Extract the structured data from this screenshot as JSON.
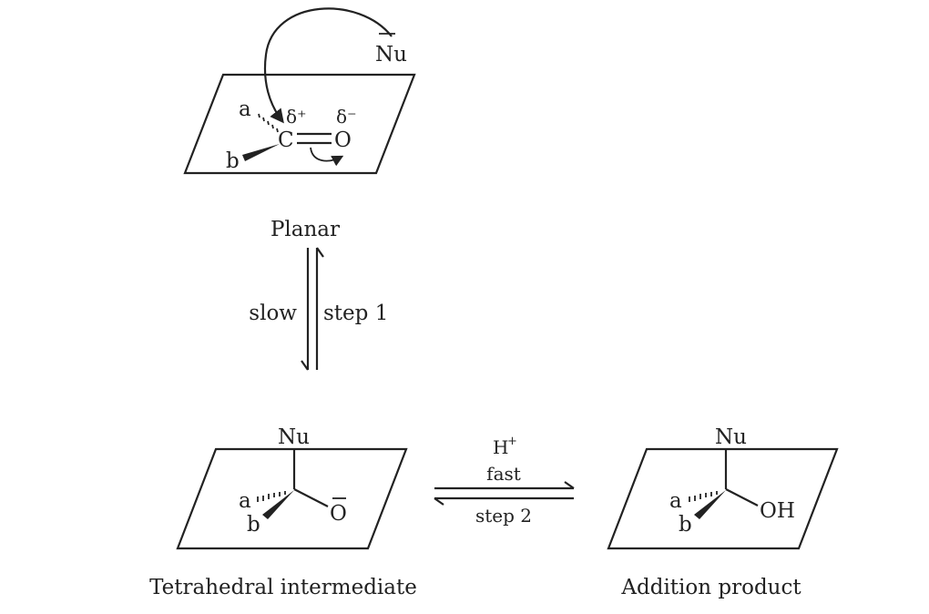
{
  "reactant": {
    "nucleophile": "Nu",
    "substituent_a": "a",
    "substituent_b": "b",
    "carbon": "C",
    "oxygen": "O",
    "delta_plus": "δ⁺",
    "delta_minus": "δ⁻",
    "caption": "Planar"
  },
  "step1": {
    "left_label": "slow",
    "right_label": "step 1"
  },
  "intermediate": {
    "nucleophile": "Nu",
    "substituent_a": "a",
    "substituent_b": "b",
    "oxygen": "O",
    "caption": "Tetrahedral intermediate"
  },
  "step2": {
    "reagent": "H",
    "reagent_charge": "+",
    "rate": "fast",
    "label": "step 2"
  },
  "product": {
    "nucleophile": "Nu",
    "substituent_a": "a",
    "substituent_b": "b",
    "hydroxyl": "OH",
    "caption": "Addition product"
  }
}
